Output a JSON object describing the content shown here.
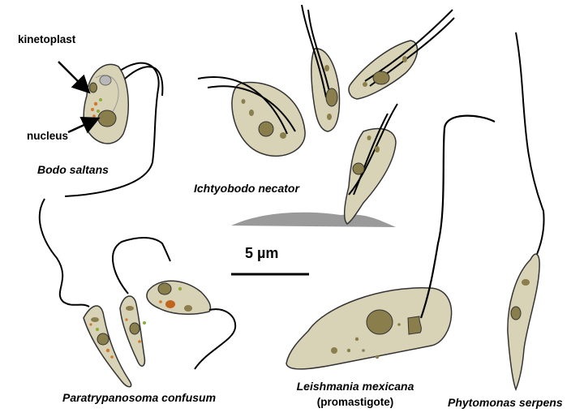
{
  "labels": {
    "kinetoplast": "kinetoplast",
    "nucleus": "nucleus",
    "scale_bar": "5 µm"
  },
  "species": {
    "bodo": "Bodo saltans",
    "ichtyobodo": "Ichtyobodo necator",
    "paratrypanosoma": "Paratrypanosoma confusum",
    "leishmania": "Leishmania mexicana",
    "leishmania_stage": "(promastigote)",
    "phytomonas": "Phytomonas serpens"
  },
  "colors": {
    "cell_fill": "#d8d2b6",
    "cell_stroke": "#333333",
    "organelle": "#8a7f4c",
    "flagellum": "#000000",
    "substrate": "#9a9a9a",
    "orange_granule": "#d07a2a",
    "green_granule": "#8faa3a",
    "kinetoplast_body": "#b8b8b8"
  }
}
